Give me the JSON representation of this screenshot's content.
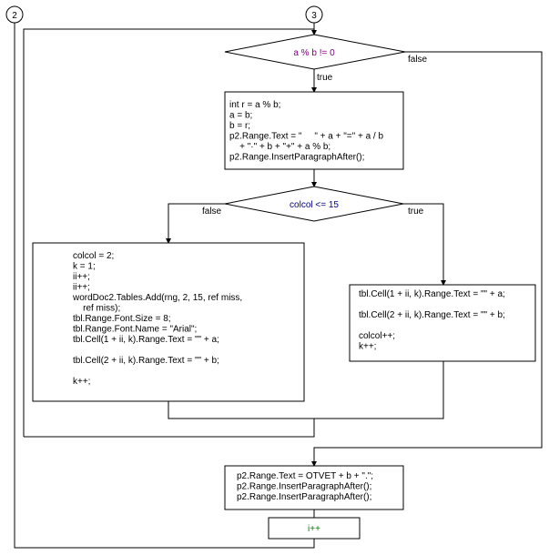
{
  "connectors": {
    "left": "2",
    "top": "3"
  },
  "decision1": {
    "condition": "a % b != 0",
    "true_label": "true",
    "false_label": "false",
    "color": "#800080"
  },
  "block1": {
    "lines": [
      "int r = a % b;",
      "a = b;",
      "b = r;",
      "p2.Range.Text = \"     \" + a + \"=\" + a / b",
      "    + \"·\" + b + \"+\" + a % b;",
      "p2.Range.InsertParagraphAfter();"
    ]
  },
  "decision2": {
    "condition": "colcol <= 15",
    "true_label": "true",
    "false_label": "false",
    "color": "#000080"
  },
  "block_false": {
    "lines": [
      "colcol = 2;",
      "k = 1;",
      "ii++;",
      "ii++;",
      "wordDoc2.Tables.Add(rng, 2, 15, ref miss,",
      "    ref miss);",
      "tbl.Range.Font.Size = 8;",
      "tbl.Range.Font.Name = \"Arial\";",
      "tbl.Cell(1 + ii, k).Range.Text = \"\" + a;",
      "",
      "tbl.Cell(2 + ii, k).Range.Text = \"\" + b;",
      "",
      "k++;"
    ]
  },
  "block_true": {
    "lines": [
      "tbl.Cell(1 + ii, k).Range.Text = \"\" + a;",
      "",
      "tbl.Cell(2 + ii, k).Range.Text = \"\" + b;",
      "",
      "colcol++;",
      "k++;"
    ]
  },
  "block_final": {
    "lines": [
      "p2.Range.Text = OTVET + b + \".\";",
      "p2.Range.InsertParagraphAfter();",
      "p2.Range.InsertParagraphAfter();"
    ]
  },
  "block_increment": {
    "text": "i++",
    "color": "#008000"
  }
}
